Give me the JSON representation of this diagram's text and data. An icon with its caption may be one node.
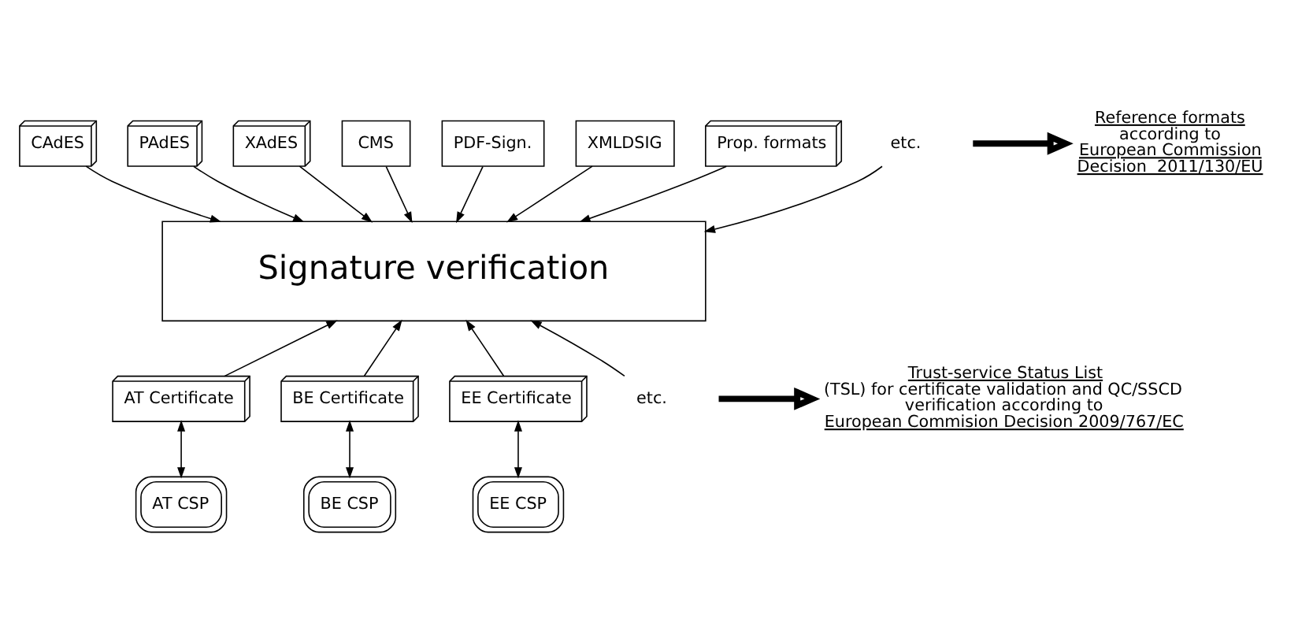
{
  "diagram": {
    "nodes": [
      {
        "text": [
          "CAdES"
        ]
      },
      {
        "text": [
          "PAdES"
        ]
      },
      {
        "text": [
          "XAdES"
        ]
      },
      {
        "text": [
          "CMS"
        ]
      },
      {
        "text": [
          "PDF-Sign."
        ]
      },
      {
        "text": [
          "XMLDSIG"
        ]
      },
      {
        "text": [
          "Prop. formats"
        ]
      },
      {
        "text": [
          "etc."
        ]
      },
      {
        "text": [
          "Signature verification"
        ]
      },
      {
        "text": [
          "AT Certificate"
        ]
      },
      {
        "text": [
          "BE Certificate"
        ]
      },
      {
        "text": [
          "EE Certificate"
        ]
      },
      {
        "text": [
          "etc."
        ]
      },
      {
        "text": [
          "AT CSP"
        ]
      },
      {
        "text": [
          "BE CSP"
        ]
      },
      {
        "text": [
          "EE CSP"
        ]
      },
      {
        "text": [
          "Reference formats",
          "according to",
          "European Commission Decision  2011/130/EU"
        ]
      },
      {
        "text": [
          "Trust-service Status List",
          "(TSL) for certificate validation and QC/SSCD verification according to",
          "European Commision Decision 2009/767/EC"
        ]
      }
    ],
    "edges": [
      {
        "from": 3,
        "to": 8,
        "arrow": "to"
      },
      {
        "from": 0,
        "to": 8,
        "arrow": "to"
      },
      {
        "from": 4,
        "to": 8,
        "arrow": "to"
      },
      {
        "from": 1,
        "to": 8,
        "arrow": "to"
      },
      {
        "from": 5,
        "to": 8,
        "arrow": "to"
      },
      {
        "from": 2,
        "to": 8,
        "arrow": "to"
      },
      {
        "from": 6,
        "to": 8,
        "arrow": "to"
      },
      {
        "from": 7,
        "to": 8,
        "arrow": "to"
      },
      {
        "from": 9,
        "to": 8,
        "arrow": "to"
      },
      {
        "from": 10,
        "to": 8,
        "arrow": "to"
      },
      {
        "from": 11,
        "to": 8,
        "arrow": "to"
      },
      {
        "from": 12,
        "to": 8,
        "arrow": "to"
      },
      {
        "from": 9,
        "to": 13,
        "arrow": "both"
      },
      {
        "from": 10,
        "to": 14,
        "arrow": "both"
      },
      {
        "from": 11,
        "to": 15,
        "arrow": "both"
      },
      {
        "from": null,
        "to": 16,
        "arrow": "to",
        "style": "thick"
      },
      {
        "from": null,
        "to": 17,
        "arrow": "to",
        "style": "thick"
      }
    ]
  }
}
